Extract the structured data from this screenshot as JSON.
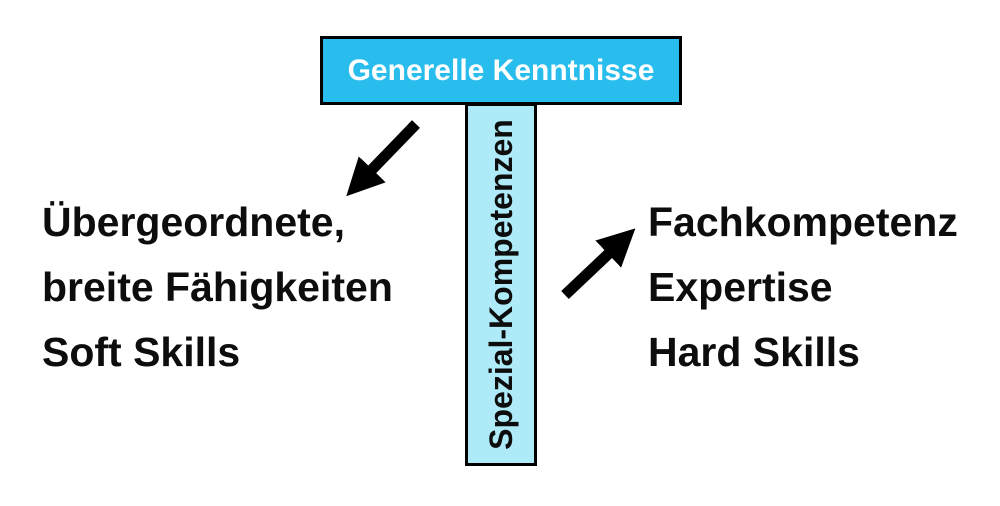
{
  "top_box": {
    "label": "Generelle Kenntnisse"
  },
  "vertical_bar": {
    "label": "Spezial-Kompetenzen"
  },
  "left_text": {
    "lines": [
      "Übergeordnete,",
      "breite Fähigkeiten",
      "Soft Skills"
    ]
  },
  "right_text": {
    "lines": [
      "Fachkompetenz",
      "Expertise",
      "Hard Skills"
    ]
  },
  "colors": {
    "top_box_fill": "#29BDEE",
    "bar_fill": "#AEEAF8",
    "border": "#000000",
    "text": "#0D0D0D",
    "box_text": "#FFFFFF",
    "arrow": "#000000",
    "background": "#FFFFFF"
  }
}
